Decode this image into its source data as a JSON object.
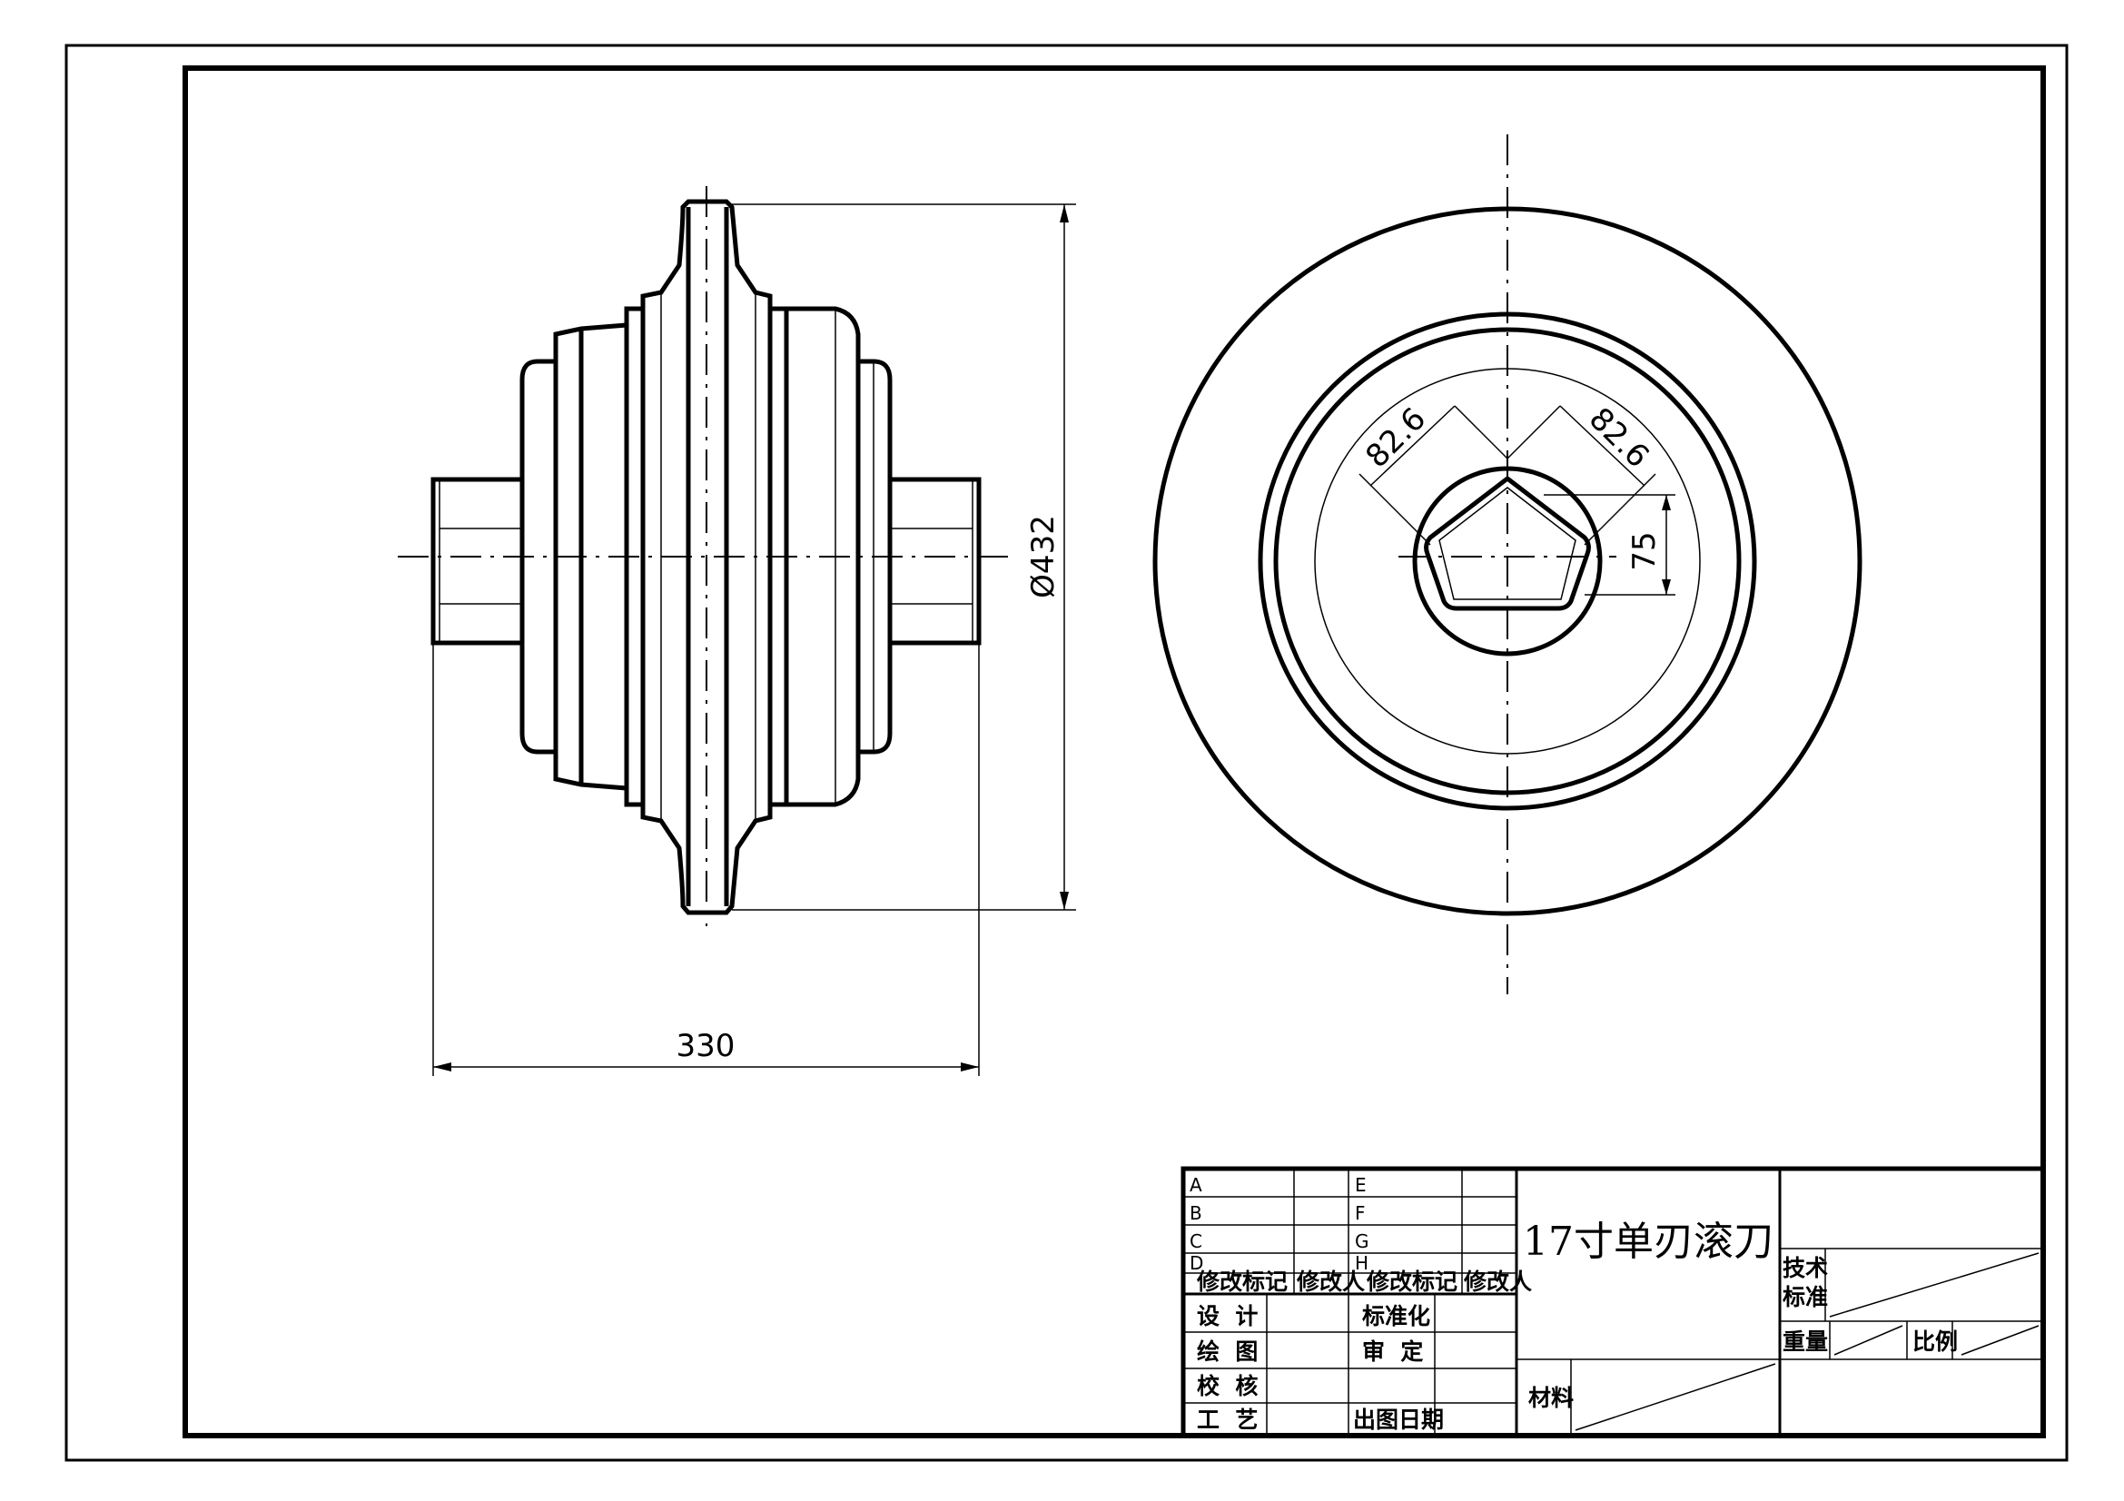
{
  "dimensions": {
    "overall_width": "330",
    "diameter": "Ø432",
    "hex_across_left": "82.6",
    "hex_across_right": "82.6",
    "hex_height": "75"
  },
  "title_block": {
    "title": "17寸单刃滚刀",
    "revision_letters_left": [
      "A",
      "B",
      "C",
      "D"
    ],
    "revision_letters_right": [
      "E",
      "F",
      "G",
      "H"
    ],
    "rev_mark_label": "修改标记",
    "rev_person_label": "修改人",
    "rev_mark_label_2": "修改标记",
    "rev_person_label_2": "修改人",
    "design_label": "设  计",
    "draw_label": "绘  图",
    "check_label": "校  核",
    "process_label": "工  艺",
    "standardize_label": "标准化",
    "review_label": "审  定",
    "release_date_label": "出图日期",
    "material_label": "材料",
    "tech_standard_label_1": "技术",
    "tech_standard_label_2": "标准",
    "weight_label": "重量",
    "scale_label": "比例"
  }
}
